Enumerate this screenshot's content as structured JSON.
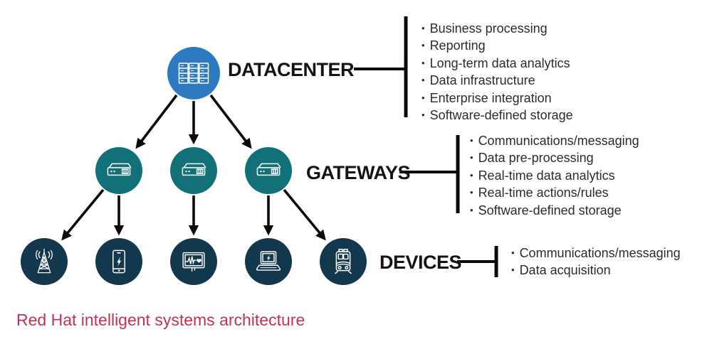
{
  "caption": "Red Hat intelligent systems architecture",
  "colors": {
    "datacenter_circle": "#2d7ac1",
    "gateway_circle": "#127178",
    "device_circle": "#13384d",
    "caption_text": "#c13250",
    "line_black": "#0a0a0a"
  },
  "tiers": {
    "datacenter": {
      "label": "DATACENTER",
      "icon": "server-rack-icon",
      "items": [
        "Business processing",
        "Reporting",
        "Long-term data analytics",
        "Data infrastructure",
        "Enterprise integration",
        "Software-defined storage"
      ]
    },
    "gateways": {
      "label": "GATEWAYS",
      "icon": "gateway-appliance-icon",
      "node_count": 3,
      "items": [
        "Communications/messaging",
        "Data pre-processing",
        "Real-time data analytics",
        "Real-time actions/rules",
        "Software-defined storage"
      ]
    },
    "devices": {
      "label": "DEVICES",
      "icons": [
        "radio-tower-icon",
        "smartphone-icon",
        "heart-monitor-icon",
        "laptop-icon",
        "train-icon"
      ],
      "node_count": 5,
      "items": [
        "Communications/messaging",
        "Data acquisition"
      ]
    }
  }
}
